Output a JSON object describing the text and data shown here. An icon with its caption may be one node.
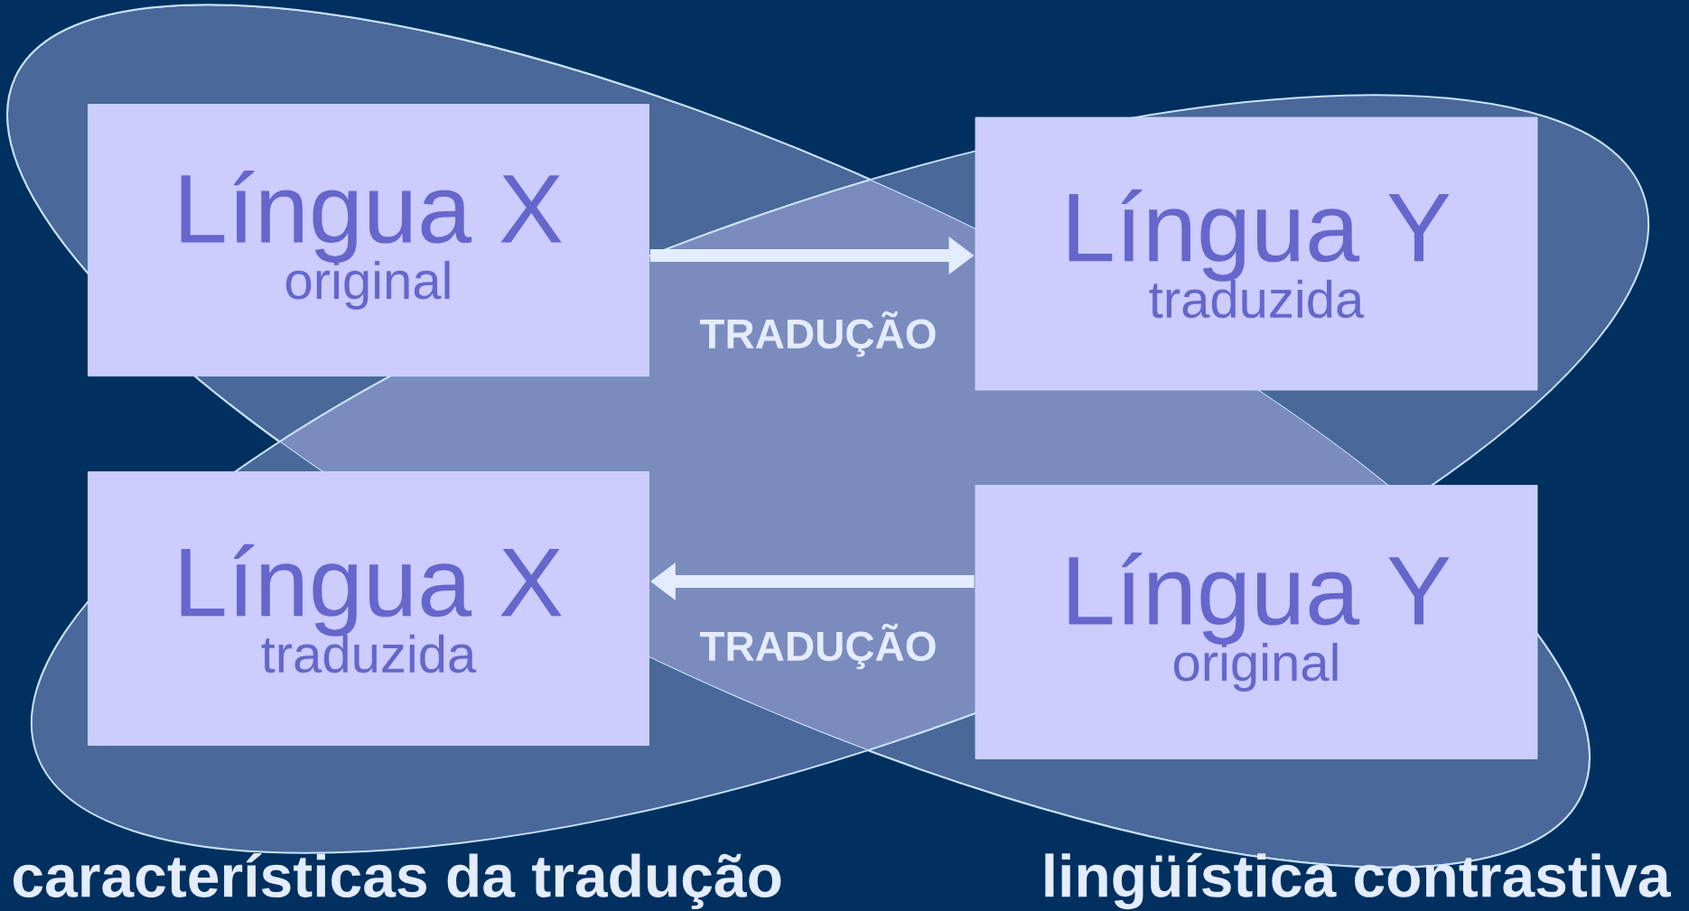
{
  "diagram": {
    "nodes": [
      {
        "text": [],
        "shape": "ellipse"
      },
      {
        "text": [],
        "shape": "ellipse"
      },
      {
        "text": [
          "Língua X",
          "original"
        ],
        "in": 0
      },
      {
        "text": [
          "Língua Y",
          "traduzida"
        ],
        "in": 1
      },
      {
        "text": [
          "Língua X",
          "traduzida"
        ],
        "in": 1
      },
      {
        "text": [
          "Língua Y",
          "original"
        ],
        "in": 0
      }
    ],
    "edges": [
      {
        "from": 2,
        "to": 3,
        "arrow": "to",
        "label": "TRADUÇÃO"
      },
      {
        "from": 5,
        "to": 4,
        "arrow": "to",
        "label": "TRADUÇÃO"
      }
    ],
    "labels": [
      "características da tradução",
      "lingüística contrastiva"
    ]
  }
}
